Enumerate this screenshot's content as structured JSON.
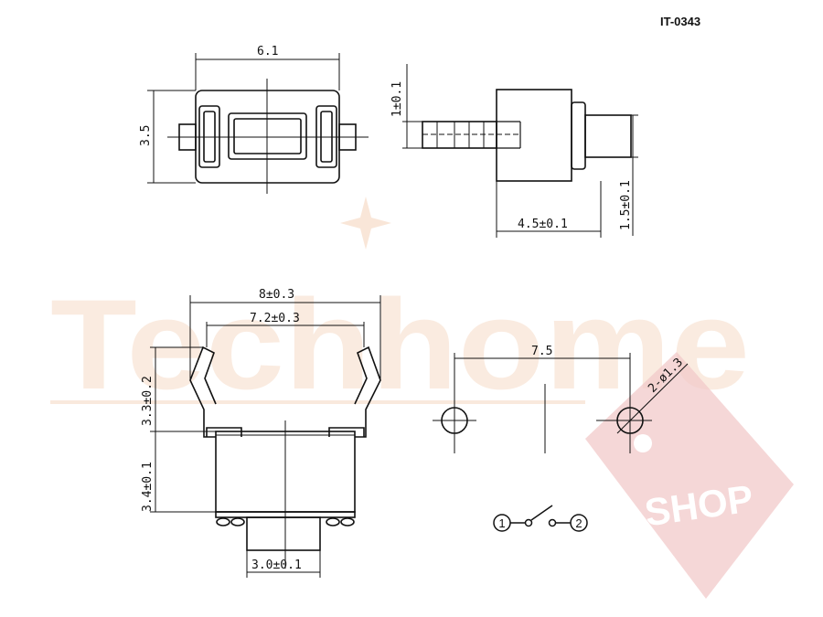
{
  "part_code": "IT-0343",
  "watermark": {
    "brand": "Techhome",
    "badge": "SHOP"
  },
  "dims": {
    "top_width": "6.1",
    "top_height": "3.5",
    "side_cap_height": "1±0.1",
    "side_depth": "4.5±0.1",
    "side_button": "1.5±0.1",
    "front_outer": "8±0.3",
    "front_inner": "7.2±0.3",
    "front_lead_height": "3.3±0.2",
    "front_body_height": "3.4±0.1",
    "front_button_width": "3.0±0.1",
    "pcb_spacing": "7.5",
    "pcb_hole": "2-ø1.3"
  },
  "schematic": {
    "pin1": "1",
    "pin2": "2"
  },
  "colors": {
    "line": "#111111",
    "watermark": "#f6dcc8",
    "badge": "#f2c9c9"
  }
}
